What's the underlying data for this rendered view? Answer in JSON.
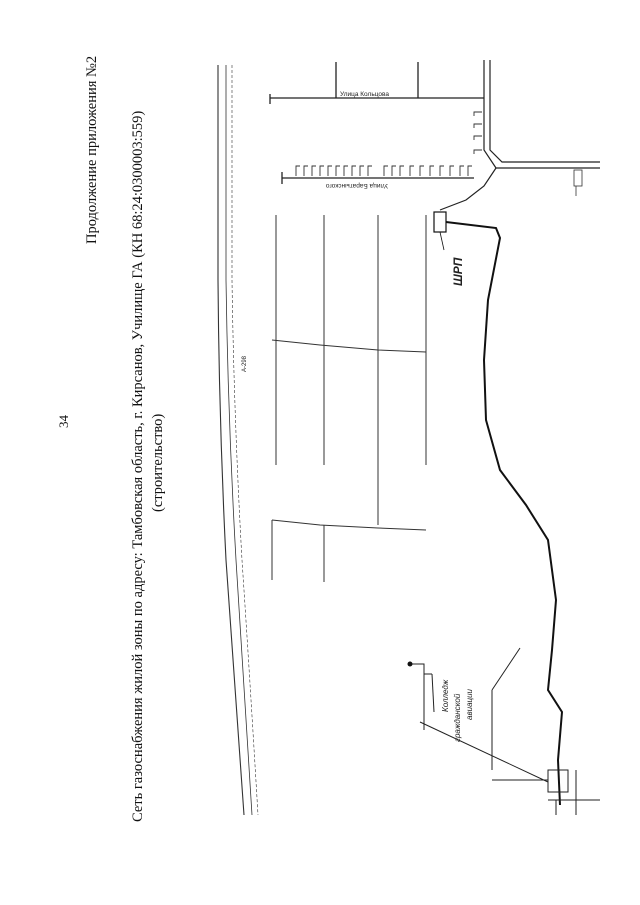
{
  "page": {
    "number": "34",
    "appendix_title": "Продолжение приложения №2",
    "title_line1": "Сеть газоснабжения жилой зоны по адресу: Тамбовская область, г. Кирсанов, Училище ГА (КН 68:24:0300003:559)",
    "title_line2": "(строительство)"
  },
  "map": {
    "shrp_label": "ШРП",
    "street_1": "Улица Кольцова",
    "street_2": "Улица Баратынского",
    "college_line1": "Колледж",
    "college_line2": "гражданской",
    "college_line3": "авиации",
    "road_label": "А-298"
  }
}
